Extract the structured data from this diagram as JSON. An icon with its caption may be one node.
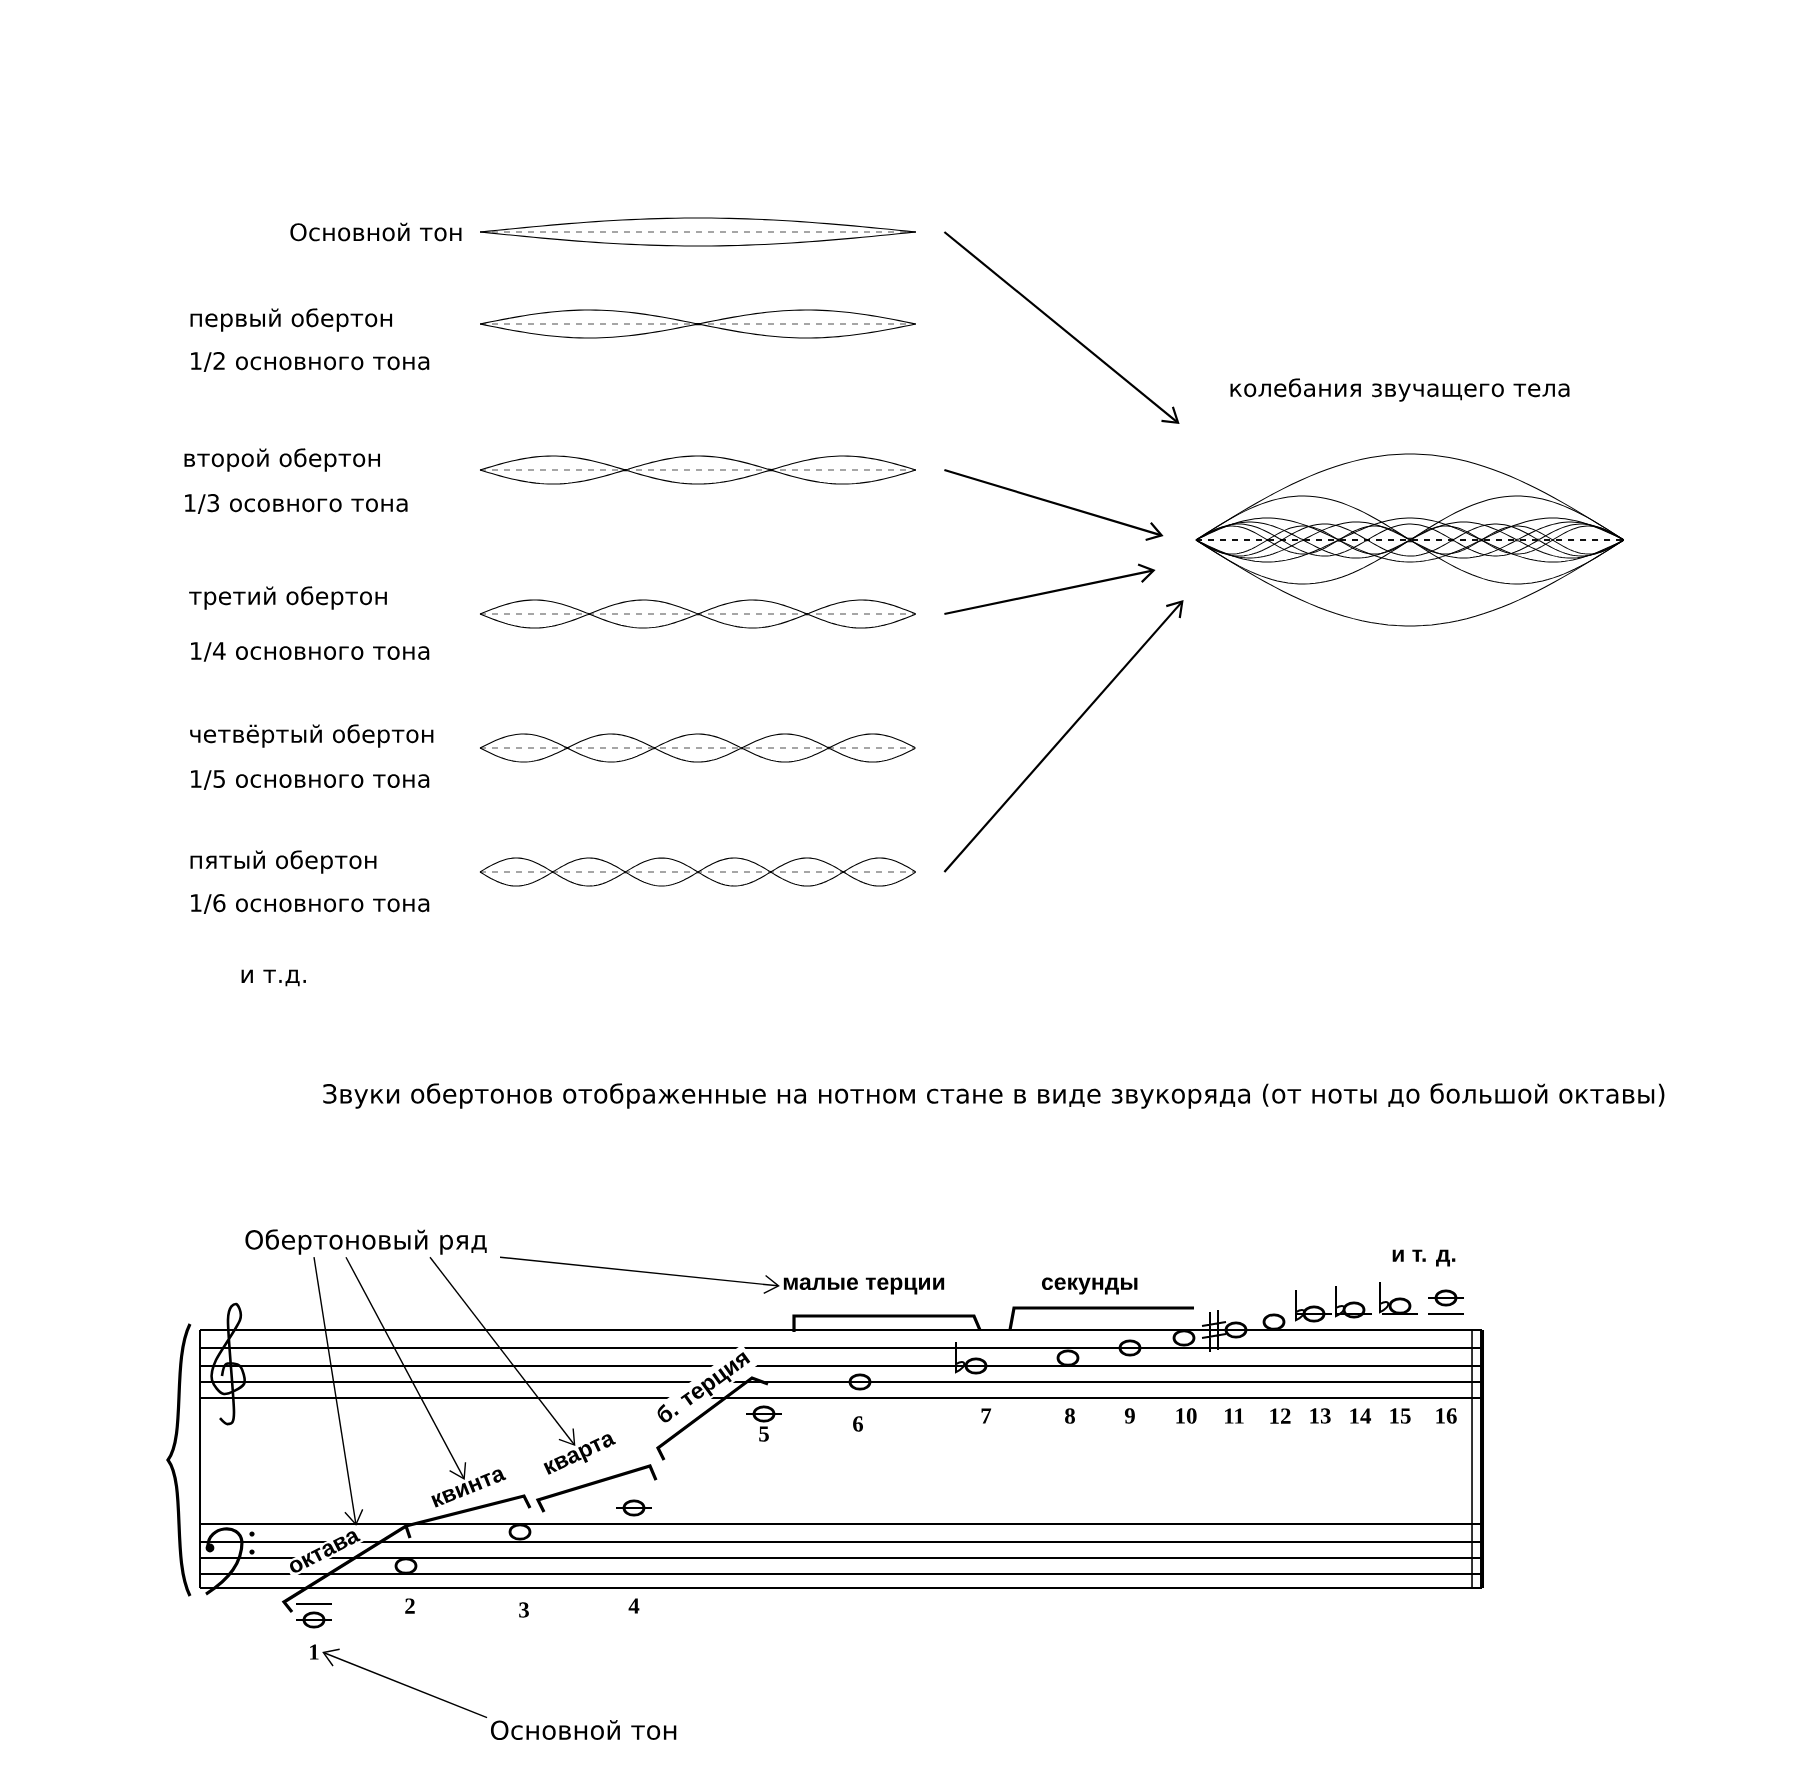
{
  "diagram": {
    "nodes": [
      {
        "text": [],
        "shape": "wave",
        "beside": [
          "Основной тон"
        ]
      },
      {
        "text": [],
        "shape": "wave",
        "beside": [
          "первый обертон",
          "1/2 основного тона"
        ]
      },
      {
        "text": [],
        "shape": "wave",
        "beside": [
          "второй обертон",
          "1/3 осовного тона"
        ]
      },
      {
        "text": [],
        "shape": "wave",
        "beside": [
          "третий обертон",
          "1/4 основного тона"
        ]
      },
      {
        "text": [],
        "shape": "wave",
        "beside": [
          "четвёртый обертон",
          "1/5 основного тона"
        ]
      },
      {
        "text": [],
        "shape": "wave",
        "beside": [
          "пятый обертон",
          "1/6 основного тона"
        ]
      },
      {
        "text": [
          "колебания звучащего тела"
        ]
      },
      {
        "text": [
          "Обертоновый ряд"
        ]
      },
      {
        "text": [
          "октава"
        ]
      },
      {
        "text": [
          "квинта"
        ]
      },
      {
        "text": [
          "кварта"
        ]
      },
      {
        "text": [
          "малые терции"
        ]
      },
      {
        "text": [
          "Основной тон"
        ]
      },
      {
        "text": [
          "1"
        ]
      }
    ],
    "edges": [
      {
        "from": 0,
        "to": 6,
        "arrow": "to"
      },
      {
        "from": 2,
        "to": 6,
        "arrow": "to"
      },
      {
        "from": 3,
        "to": 6,
        "arrow": "to"
      },
      {
        "from": 5,
        "to": 6,
        "arrow": "to"
      },
      {
        "from": 7,
        "to": 8,
        "arrow": "to"
      },
      {
        "from": 7,
        "to": 9,
        "arrow": "to"
      },
      {
        "from": 7,
        "to": 10,
        "arrow": "to"
      },
      {
        "from": 7,
        "to": 11,
        "arrow": "to"
      },
      {
        "from": 12,
        "to": 13,
        "arrow": "to"
      }
    ],
    "labels": [
      "и т.д.",
      "Звуки обертонов отображенные на нотном стане в виде звукоряда (от ноты до большой октавы)",
      "б. терция",
      "секунды",
      "и т. д.",
      "2",
      "3",
      "4",
      "5",
      "6",
      "7",
      "8",
      "9",
      "10",
      "11",
      "12",
      "13",
      "14",
      "15",
      "16"
    ]
  }
}
